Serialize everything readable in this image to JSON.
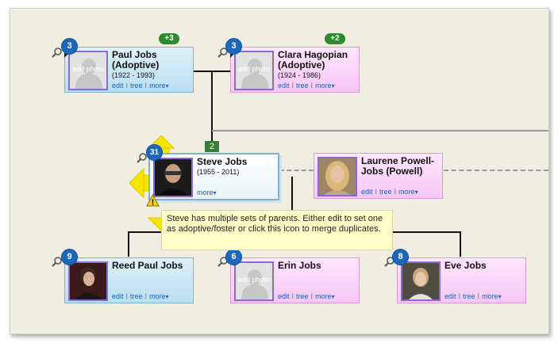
{
  "people": {
    "paul": {
      "name_line1": "Paul Jobs",
      "name_line2": "(Adoptive)",
      "dates": "(1922 - 1993)",
      "badge": "3",
      "more_parents": "+3",
      "photo_text": "add photo"
    },
    "clara": {
      "name_line1": "Clara Hagopian",
      "name_line2": "(Adoptive)",
      "dates": "(1924 - 1986)",
      "badge": "3",
      "more_parents": "+2",
      "photo_text": "add photo"
    },
    "steve": {
      "name_line1": "Steve Jobs",
      "name_line2": "",
      "dates": "(1955 - 2011)",
      "badge": "31",
      "photo_text": ""
    },
    "laurene": {
      "name_line1": "Laurene Powell-",
      "name_line2": "Jobs (Powell)",
      "dates": "",
      "photo_text": ""
    },
    "reed": {
      "name_line1": "Reed Paul Jobs",
      "badge": "9",
      "photo_text": ""
    },
    "erin": {
      "name_line1": "Erin Jobs",
      "badge": "6",
      "photo_text": "add photo"
    },
    "eve": {
      "name_line1": "Eve Jobs",
      "badge": "8",
      "photo_text": ""
    }
  },
  "links": {
    "edit": "edit",
    "tree": "tree",
    "more": "more",
    "sep": "I",
    "caret": "▾"
  },
  "parent_sets_count": "2",
  "tooltip": "Steve has multiple sets of parents.  Either edit to set one as adoptive/foster or click this icon to merge duplicates.",
  "colors": {
    "male_card": "#b9dff0",
    "female_card": "#f6c6f3",
    "badge": "#1b69bf",
    "tooltip": "#ffffc8",
    "arrows": "#f7e600"
  }
}
